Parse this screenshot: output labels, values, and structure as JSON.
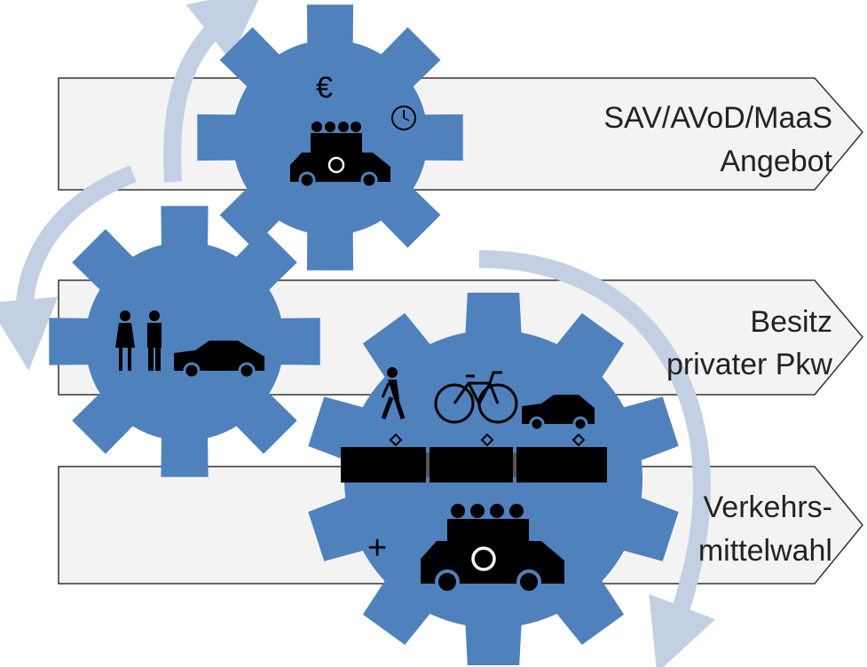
{
  "colors": {
    "gear": "#4f81bd",
    "arrow": "#c3cfe2",
    "banner_fill": "#f3f3f3",
    "banner_stroke": "#333333",
    "icon": "#000000",
    "text": "#222222"
  },
  "banners": [
    {
      "id": "sav",
      "line1": "SAV/AVoD/MaaS",
      "line2": "Angebot"
    },
    {
      "id": "besitz",
      "line1": "Besitz",
      "line2": "privater Pkw"
    },
    {
      "id": "verkehr",
      "line1": "Verkehrs-",
      "line2": "mittelwahl"
    }
  ],
  "gear_symbols": {
    "euro": "€",
    "plus": "+"
  },
  "icons": {
    "top_gear": [
      "euro-icon",
      "clock-icon",
      "shared-autonomous-car-icon"
    ],
    "middle_gear": [
      "woman-icon",
      "man-icon",
      "car-icon"
    ],
    "bottom_gear": [
      "pedestrian-icon",
      "bicycle-icon",
      "car-icon",
      "tram-icon",
      "plus-icon",
      "shared-autonomous-car-icon"
    ]
  }
}
